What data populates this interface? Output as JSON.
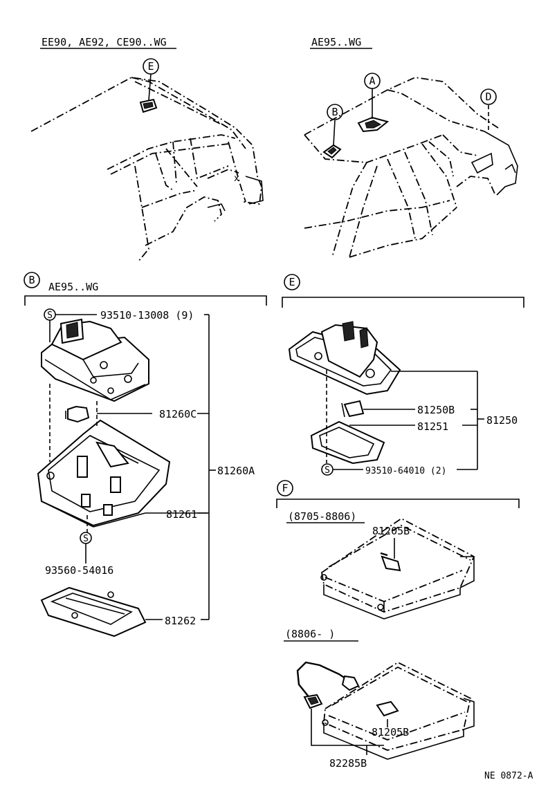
{
  "views": {
    "left_title": "EE90, AE92, CE90..WG",
    "right_title": "AE95..WG"
  },
  "callouts": {
    "A": "A",
    "B": "B",
    "D": "D",
    "E": "E",
    "F": "F"
  },
  "section_b": {
    "letter": "B",
    "title": "AE95..WG",
    "screw_symbol": "S",
    "parts": {
      "screw_top": "93510-13008 (9)",
      "bulb": "81260C",
      "housing": "81261",
      "screw_bottom": "93560-54016",
      "lens": "81262",
      "assembly": "81260A"
    }
  },
  "section_e": {
    "letter": "E",
    "screw_symbol": "S",
    "parts": {
      "bulb": "81250B",
      "lens": "81251",
      "assembly": "81250",
      "screw": "93510-64010 (2)"
    }
  },
  "section_f": {
    "letter": "F",
    "period_1": "(8705-8806)",
    "period_1_part": "81205B",
    "period_2": "(8806-      )",
    "period_2_part": "81205B",
    "period_2_wire": "82285B"
  },
  "diagram_id": "NE 0872-A"
}
